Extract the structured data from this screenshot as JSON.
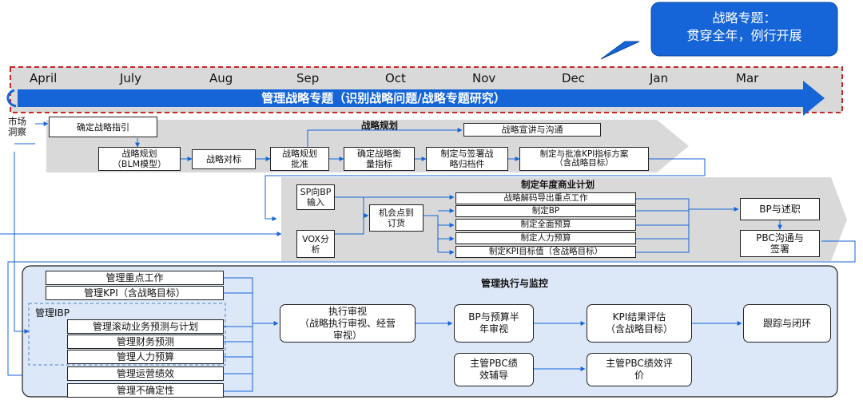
{
  "callout": {
    "text": "战略专题：\n贯穿全年，例行开展"
  },
  "timeline": {
    "months": [
      "April",
      "July",
      "Aug",
      "Sep",
      "Oct",
      "Nov",
      "Dec",
      "Jan",
      "Mar"
    ],
    "arrow_label": "管理战略专题（识别战略问题/战略专题研究）"
  },
  "left_label": "市场\n洞察",
  "planning": {
    "title": "战略规划",
    "items": {
      "guide": "确定战略指引",
      "blm": "战略规划\n（BLM模型）",
      "benchmark": "战略对标",
      "approve": "战略规划\n批准",
      "metrics": "确定战略衡\n量指标",
      "archive": "制定与签署战\n略归档件",
      "kpi": "制定与批准KPI指标方案\n（含战略目标）",
      "promote": "战略宣讲与沟通"
    }
  },
  "business": {
    "title": "制定年度商业计划",
    "items": {
      "sp": "SP向BP\n输入",
      "vox": "VOX分\n析",
      "opportunity": "机会点到\n订货",
      "decode": "战略解码导出重点工作",
      "bp": "制定BP",
      "budget": "制定全面预算",
      "hr_budget": "制定人力预算",
      "kpi_target": "制定KPI目标值（含战略目标）",
      "bp_report": "BP与述职",
      "pbc": "PBC沟通与\n签署"
    }
  },
  "execution": {
    "title": "管理执行与监控",
    "ibp_label": "管理IBP",
    "list": [
      "管理重点工作",
      "管理KPI（含战略目标）",
      "管理滚动业务预测与计划",
      "管理财务预测",
      "管理人力预算",
      "管理运营绩效",
      "管理不确定性"
    ],
    "review": "执行审视\n（战略执行审视、经营\n审视）",
    "half_year": "BP与预算半\n年审视",
    "kpi_eval": "KPI结果评估\n（含战略目标）",
    "track": "跟踪与闭环",
    "pbc_coach": "主管PBC绩\n效辅导",
    "pbc_eval": "主管PBC绩效评\n价"
  },
  "colors": {
    "blue": "#1565d8",
    "gray": "#d9d9d9",
    "panel": "#dce8f8",
    "red": "#c62828"
  }
}
